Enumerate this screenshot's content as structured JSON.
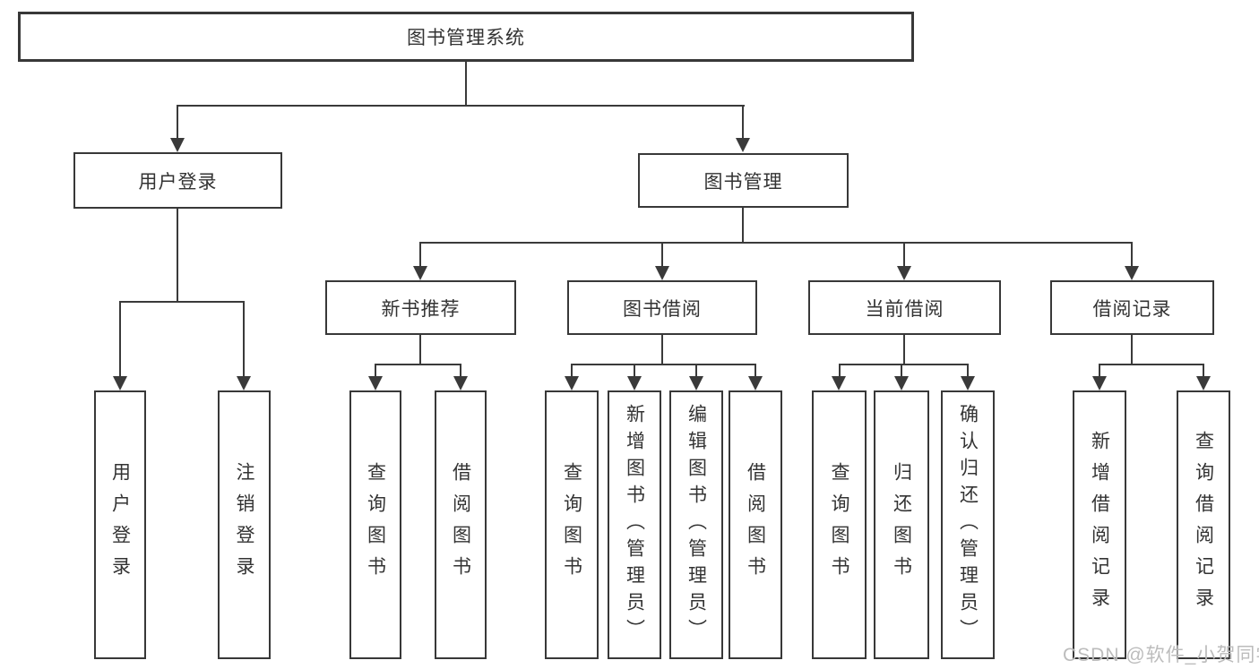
{
  "tree": {
    "root": {
      "label": "图书管理系统",
      "children": [
        {
          "label": "用户登录",
          "children": [
            {
              "label": "用户登录"
            },
            {
              "label": "注销登录"
            }
          ]
        },
        {
          "label": "图书管理",
          "children": [
            {
              "label": "新书推荐",
              "children": [
                {
                  "label": "查询图书"
                },
                {
                  "label": "借阅图书"
                }
              ]
            },
            {
              "label": "图书借阅",
              "children": [
                {
                  "label": "查询图书"
                },
                {
                  "label": "新增图书（管理员）"
                },
                {
                  "label": "编辑图书（管理员）"
                },
                {
                  "label": "借阅图书"
                }
              ]
            },
            {
              "label": "当前借阅",
              "children": [
                {
                  "label": "查询图书"
                },
                {
                  "label": "归还图书"
                },
                {
                  "label": "确认归还（管理员）"
                }
              ]
            },
            {
              "label": "借阅记录",
              "children": [
                {
                  "label": "新增借阅记录"
                },
                {
                  "label": "查询借阅记录"
                }
              ]
            }
          ]
        }
      ]
    }
  },
  "watermark": {
    "text": "CSDN @软件_小贺同学"
  },
  "colors": {
    "line": "#3a3a3a",
    "box_border": "#383838",
    "text": "#333333",
    "watermark": "#bcbcbc",
    "background": "#ffffff"
  }
}
